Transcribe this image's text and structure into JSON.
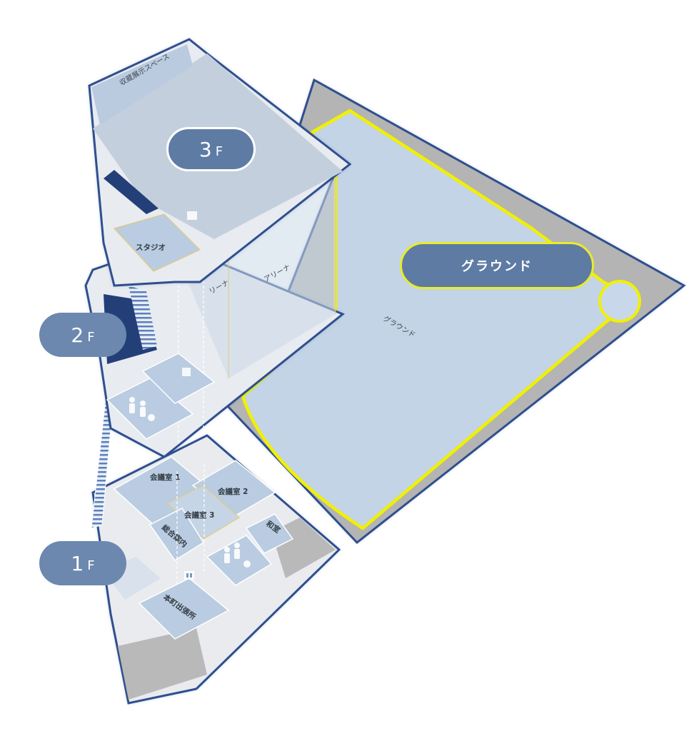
{
  "floor_buttons": {
    "f3": {
      "num": "3",
      "suffix": "F"
    },
    "f2": {
      "num": "2",
      "suffix": "F"
    },
    "f1": {
      "num": "1",
      "suffix": "F"
    }
  },
  "ground_button": {
    "label": "グラウンド"
  },
  "labels": {
    "exhibition_space": "収蔵展示スペース",
    "studio": "スタジオ",
    "arena": "アリーナ",
    "arena_partial": "リーナ",
    "ground": "グラウンド",
    "meeting_room_1": "会議室 1",
    "meeting_room_2": "会議室 2",
    "meeting_room_3": "会議室 3",
    "general_info": "総合案内",
    "japanese_room": "和室",
    "branch_office": "本町出張所"
  },
  "colors": {
    "outline": "#2f4f8f",
    "floor_fill": "#c4d3e4",
    "room_fill": "#b8cbe0",
    "corridor": "#e8eaee",
    "gray": "#b9b9b9",
    "ground_line": "#f0f000",
    "button": "#5e7ba4"
  },
  "icons": [
    "elevator-icon",
    "restroom-icon",
    "stair-icon"
  ]
}
